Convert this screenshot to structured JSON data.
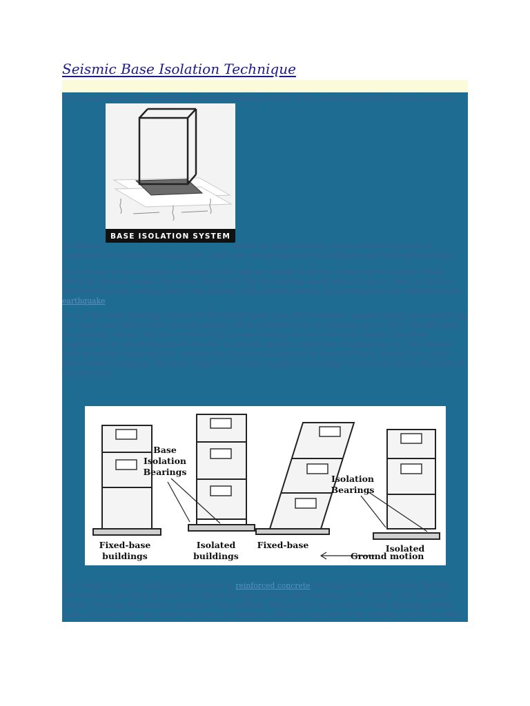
{
  "title": "Seismic Base Isolation Technique",
  "figure1": {
    "caption": "BASE ISOLATION SYSTEM"
  },
  "paragraphs": {
    "p1_line": "It is easiest to see the principle at work by referring directly to the most widely used of these advanced",
    "p2_start": "techniques,",
    "p2_rest_1": "known as base isolation. A base isolated structure is",
    "p2_rest_2": "supported by a series of bearing pads, which are placed between the buildings and building foundation.",
    "p3": "The concept of base isolation is explained through an example building resting on frictionless rollers. When the ground shakes, the rollers freely roll, but the building above does not move. Thus, no force is transferred to the building due to the shaking of the ground; simply, the building does not experience the",
    "p3_link": "earthquake",
    "p3_end": ".",
    "p4": "Now, if the same building is rested on the flexible pads that offer resistance against lateral movements (fig 1b), then some effect of the ground shaking will be transferred to the building above. If the flexible pads are properly chosen, the forces induced by ground shaking can be a few times smaller than that experienced by the building built directly on ground, namely a fixed base building (fig 1c). The flexible pads are called base-isolators, whereas the structures protected by means of these devices are called base-isolated buildings. The main feature of the base isolation technology is that it introduces flexibility in the structure.",
    "p5_start": "As a result, a robust medium-rise masonry or",
    "p5_link": "reinforced concrete",
    "p5_rest": "building becomes extremely flexible. The isolators are often designed, to absorb energy and thus add damping to the system. This helps in further reducing the seismic response of the building. Many of the base isolators look like large rubber pads, although there are other types that are based on sliding of one part of the building relative to other."
  },
  "figure2": {
    "label_fixed_base_buildings_1": "Fixed-base",
    "label_fixed_base_buildings_2": "buildings",
    "label_isolated_buildings_1": "Isolated",
    "label_isolated_buildings_2": "buildings",
    "label_fixed_base": "Fixed-base",
    "label_ground_motion": "Ground motion",
    "label_isolated": "Isolated",
    "label_base_isolation_bearings_1": "Base",
    "label_base_isolation_bearings_2": "Isolation",
    "label_base_isolation_bearings_3": "Bearings",
    "label_isolation_bearings_1": "Isolation",
    "label_isolation_bearings_2": "Bearings"
  }
}
